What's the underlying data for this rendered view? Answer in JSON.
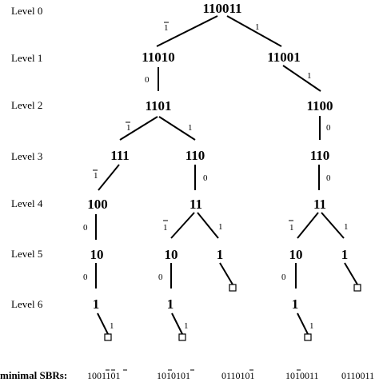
{
  "levels": [
    "Level 0",
    "Level 1",
    "Level 2",
    "Level 3",
    "Level 4",
    "Level 5",
    "Level 6"
  ],
  "nodes": {
    "n0": "110011",
    "n1a": "11010",
    "n1b": "11001",
    "n2a": "1101",
    "n2b": "1100",
    "n3a": "111",
    "n3b": "110",
    "n3c": "110",
    "n4a": "100",
    "n4b": "11",
    "n4c": "11",
    "n5a": "10",
    "n5b": "10",
    "n5c": "1",
    "n5d": "10",
    "n5e": "1",
    "n6a": "1",
    "n6b": "1",
    "n6c": "1"
  },
  "edge_labels": {
    "one": "1",
    "zero": "0",
    "minus_one": "1"
  },
  "sbr": {
    "title": "minimal SBRs:",
    "items": [
      "1001101",
      "1010101",
      "0110101",
      "1010011",
      "0110011"
    ]
  }
}
